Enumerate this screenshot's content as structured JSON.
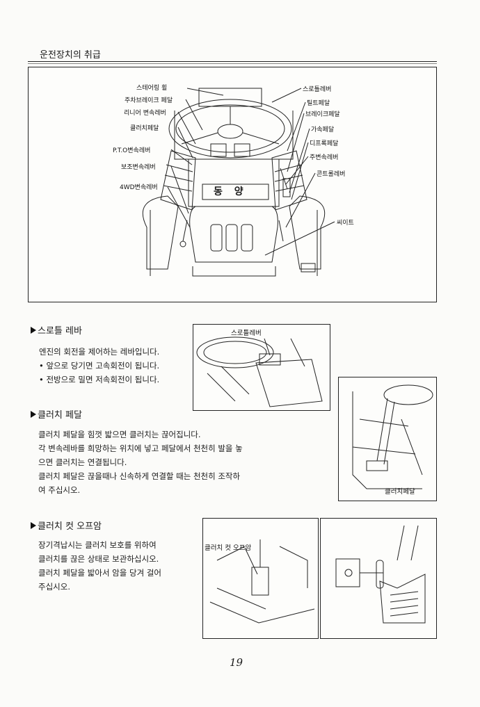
{
  "header": {
    "title": "운전장치의 취급"
  },
  "main_figure": {
    "labels_left": [
      "스테어링 휠",
      "주차브레이크 페달",
      "리니어 변속레버",
      "클러치페달",
      "P.T.O변속레버",
      "보조변속레버",
      "4WD변속레버"
    ],
    "labels_right": [
      "스로틀레버",
      "틸트페달",
      "브레이크페달",
      "가속페달",
      "디프록페달",
      "주변속레버",
      "콘트롤레버",
      "씨이트"
    ],
    "brand_text": "동 양"
  },
  "sections": [
    {
      "title": "스로틀 레바",
      "lines": [
        "엔진의 회전을 제어하는 레바입니다.",
        "• 앞으로 당기면 고속회전이 됩니다.",
        "• 전방으로 밀면 저속회전이 됩니다."
      ],
      "figure_label": "스로틀레버"
    },
    {
      "title": "클러치 페달",
      "lines": [
        "클러치 페달을 힘껏 밟으면 클러치는 끊어집니다.",
        "각 변속레바를 희망하는 위치에 넣고 페달에서 천천히 발을 놓",
        "으면 클러치는 연결됩니다.",
        "클러치 페달은 끊을때나 신속하게 연결할 때는 천천히 조작하",
        "여 주십시오."
      ],
      "figure_label": "클러치페달"
    },
    {
      "title": "클러치 컷 오프암",
      "lines": [
        "장기격납시는 클러치 보호를 위하여",
        "클러치를 끊은 상태로 보관하십시오.",
        "클러치 페달을 밟아서 암을 당겨 걸어",
        "주십시오."
      ],
      "figure_label": "클러치 컷 오프암"
    }
  ],
  "page_number": "19"
}
